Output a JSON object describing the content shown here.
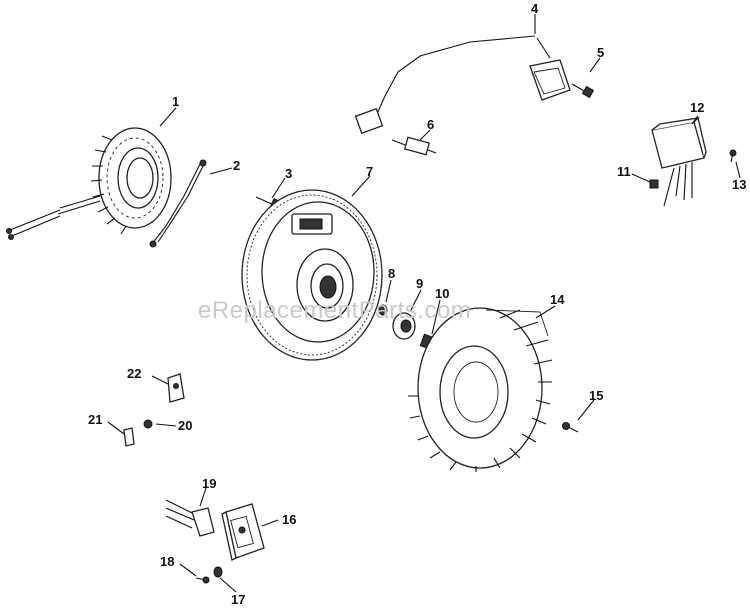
{
  "watermark": "eReplacementParts.com",
  "callouts": [
    "1",
    "2",
    "3",
    "4",
    "5",
    "6",
    "7",
    "8",
    "9",
    "10",
    "11",
    "12",
    "13",
    "14",
    "15",
    "16",
    "17",
    "18",
    "19",
    "20",
    "21",
    "22"
  ]
}
